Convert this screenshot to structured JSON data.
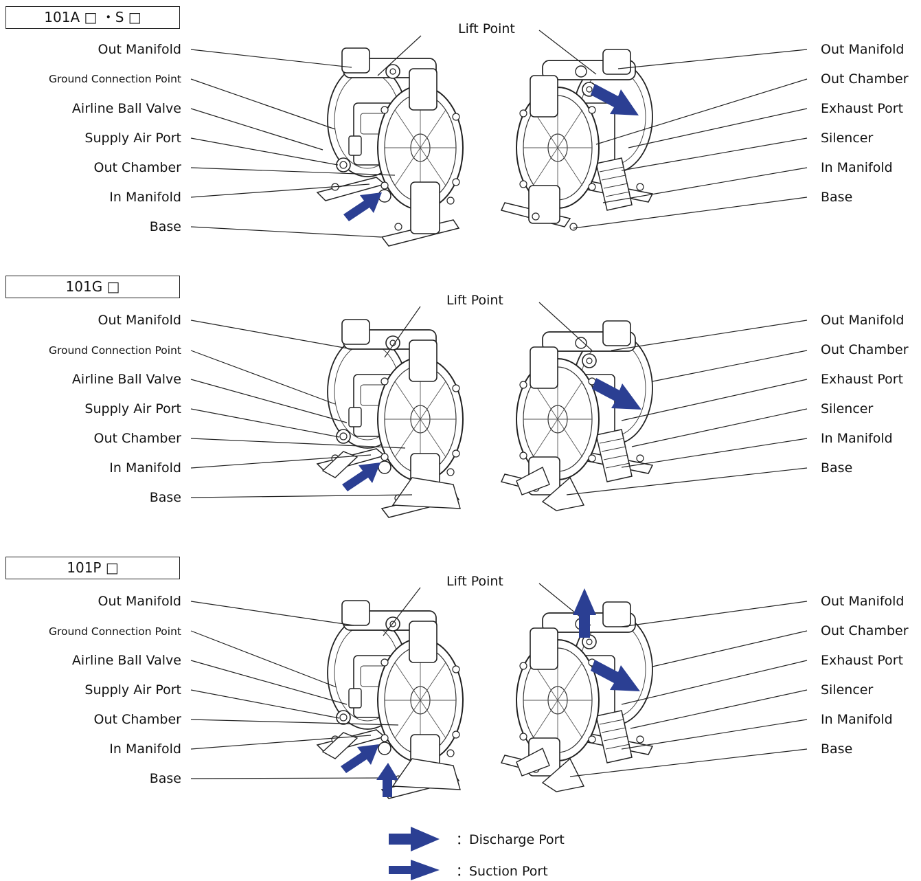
{
  "sections": [
    {
      "model": "101A □ ・S □",
      "lift_point": "Lift Point",
      "left_labels": [
        "Out Manifold",
        "Ground Connection Point",
        "Airline Ball Valve",
        "Supply Air Port",
        "Out Chamber",
        "In Manifold",
        "Base"
      ],
      "right_labels": [
        "Out Manifold",
        "Out Chamber",
        "Exhaust Port",
        "Silencer",
        "In Manifold",
        "Base"
      ]
    },
    {
      "model": "101G □",
      "lift_point": "Lift Point",
      "left_labels": [
        "Out Manifold",
        "Ground Connection Point",
        "Airline Ball Valve",
        "Supply Air Port",
        "Out Chamber",
        "In Manifold",
        "Base"
      ],
      "right_labels": [
        "Out Manifold",
        "Out Chamber",
        "Exhaust Port",
        "Silencer",
        "In Manifold",
        "Base"
      ]
    },
    {
      "model": "101P □",
      "lift_point": "Lift Point",
      "left_labels": [
        "Out Manifold",
        "Ground Connection Point",
        "Airline Ball Valve",
        "Supply Air Port",
        "Out Chamber",
        "In Manifold",
        "Base"
      ],
      "right_labels": [
        "Out Manifold",
        "Out Chamber",
        "Exhaust Port",
        "Silencer",
        "In Manifold",
        "Base"
      ]
    }
  ],
  "legend": {
    "discharge": "：Discharge Port",
    "suction": "：Suction Port"
  },
  "colors": {
    "arrow": "#2b3f93",
    "line": "#222222"
  }
}
